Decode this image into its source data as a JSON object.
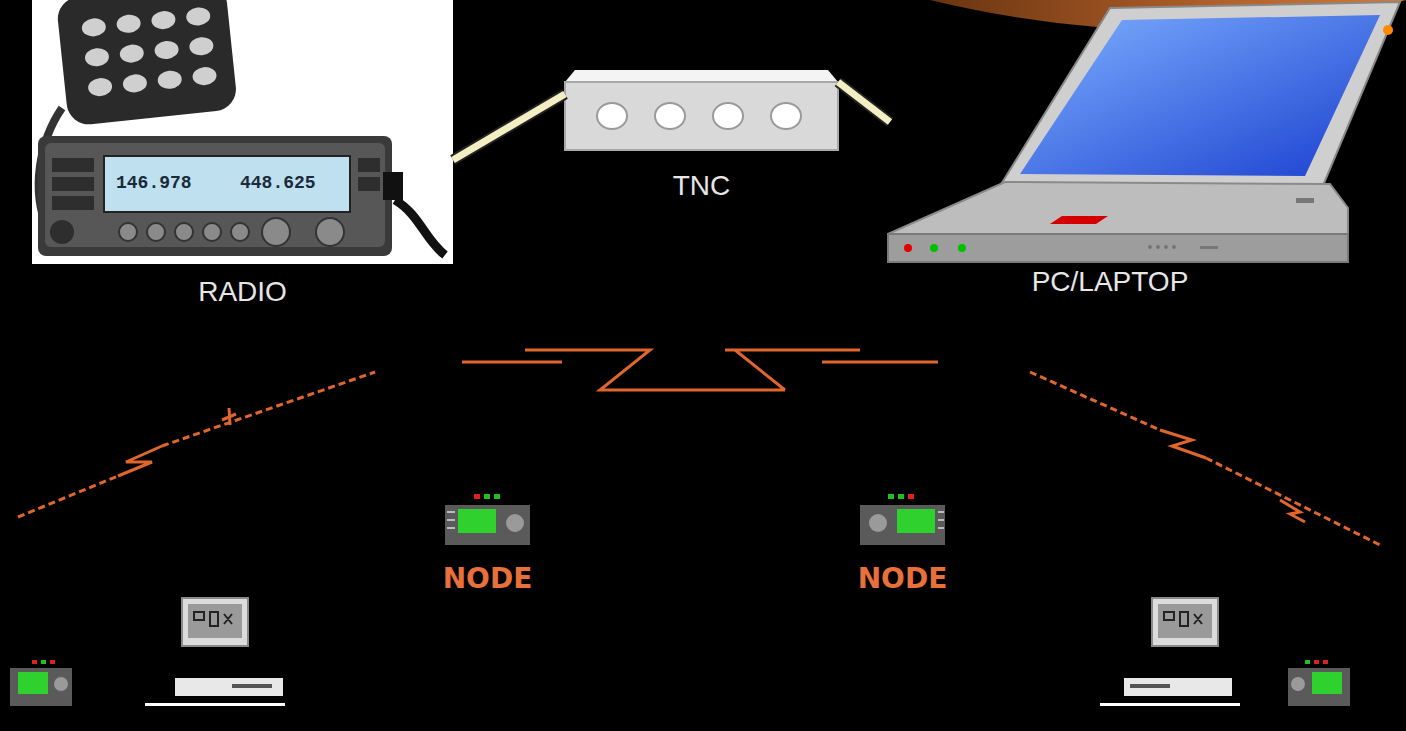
{
  "diagram": {
    "nodes": [
      {
        "text": [
          "RADIO"
        ]
      },
      {
        "text": [
          "TNC"
        ]
      },
      {
        "text": [
          "PC/LAPTOP"
        ]
      },
      {
        "text": [
          "NODE"
        ]
      },
      {
        "text": [
          "NODE"
        ]
      }
    ],
    "edges": [
      {
        "from": 0,
        "to": 1,
        "arrow": "none"
      },
      {
        "from": 1,
        "to": 2,
        "arrow": "none"
      }
    ],
    "labels": [
      "146.978",
      "448.625"
    ]
  }
}
